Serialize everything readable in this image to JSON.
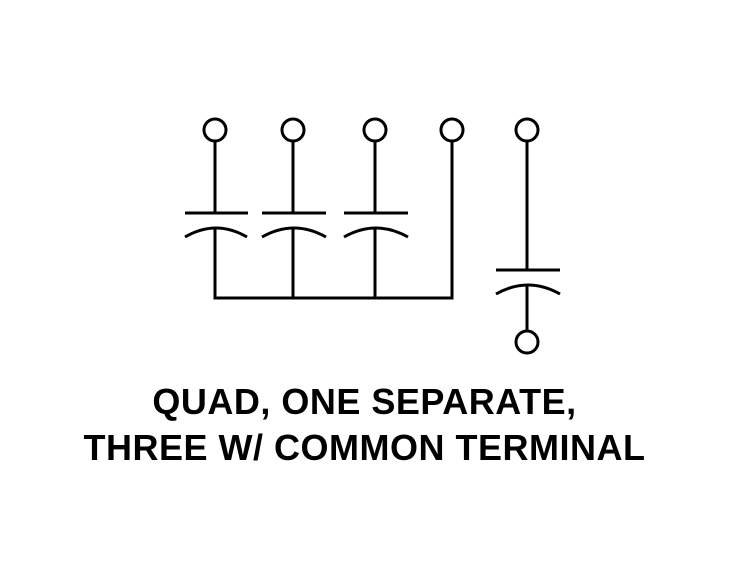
{
  "diagram": {
    "caption": {
      "line1": "QUAD, ONE SEPARATE,",
      "line2": "THREE W/ COMMON TERMINAL"
    },
    "components": {
      "common_capacitors": 3,
      "separate_capacitors": 1,
      "terminals": 6
    },
    "colors": {
      "stroke": "#000000",
      "background": "#ffffff"
    }
  }
}
